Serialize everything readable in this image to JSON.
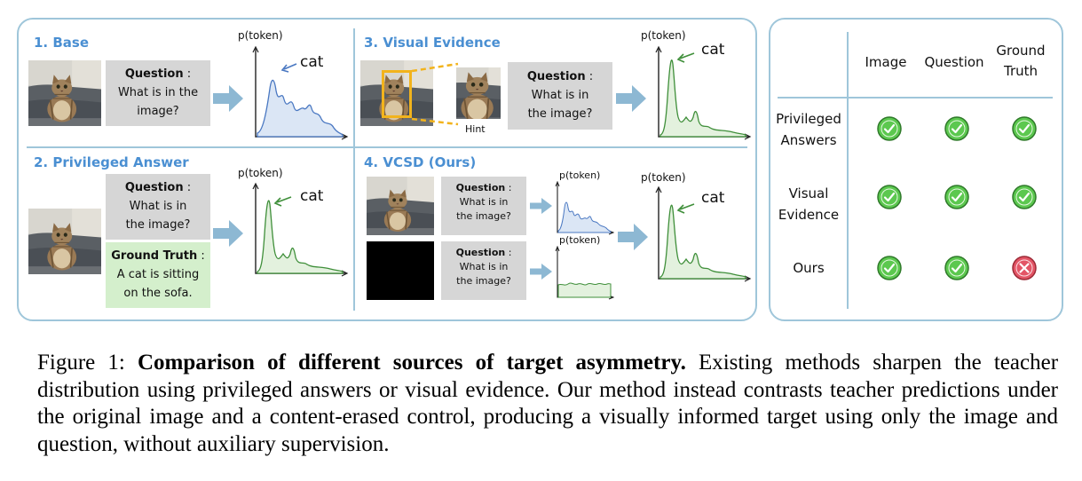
{
  "colors": {
    "panel_border": "#9fc6da",
    "section_title": "#4a8fd2",
    "question_box": "#d6d6d6",
    "ground_truth_box": "#d4efcc",
    "blue_curve": "#4a78c2",
    "green_curve": "#3f8f3a",
    "arrow": "#8db8d3",
    "check": "#5cc84f",
    "cross": "#e35566",
    "hint_box": "#f2b31c"
  },
  "sections": {
    "base": {
      "title": "1. Base",
      "question_label": "Question",
      "question_text": "What is in the image?",
      "axis_label": "p(token)",
      "peak_label": "cat",
      "image_icon": "cat-photo"
    },
    "visual_evidence": {
      "title": "3. Visual Evidence",
      "question_label": "Question",
      "question_text": "What is in the image?",
      "hint_label": "Hint",
      "axis_label": "p(token)",
      "peak_label": "cat",
      "image_icon": "cat-photo"
    },
    "privileged_answer": {
      "title": "2. Privileged Answer",
      "question_label": "Question",
      "question_text": "What is in the image?",
      "gt_label": "Ground Truth",
      "gt_text": "A cat is sitting on the sofa.",
      "axis_label": "p(token)",
      "peak_label": "cat",
      "image_icon": "cat-photo"
    },
    "vcsd": {
      "title": "4. VCSD (Ours)",
      "question_label_1": "Question",
      "question_text_1": "What is in the image?",
      "question_label_2": "Question",
      "question_text_2": "What is in the image?",
      "axis_label_1": "p(token)",
      "axis_label_2": "p(token)",
      "axis_label_out": "p(token)",
      "peak_label": "cat",
      "image_icon": "cat-photo",
      "erased_icon": "black-image"
    }
  },
  "table": {
    "columns": [
      "Image",
      "Question",
      "Ground Truth"
    ],
    "rows": [
      {
        "label": "Privileged Answers",
        "cells": [
          "check",
          "check",
          "check"
        ]
      },
      {
        "label": "Visual Evidence",
        "cells": [
          "check",
          "check",
          "check"
        ]
      },
      {
        "label": "Ours",
        "cells": [
          "check",
          "check",
          "cross"
        ]
      }
    ]
  },
  "caption": {
    "prefix": "Figure 1: ",
    "bold": "Comparison of different sources of target asymmetry.",
    "text": " Existing methods sharpen the teacher distribution using privileged answers or visual evidence.  Our method instead contrasts teacher predictions under the original image and a content-erased control, producing a visually informed target using only the image and question, without auxiliary supervision."
  }
}
